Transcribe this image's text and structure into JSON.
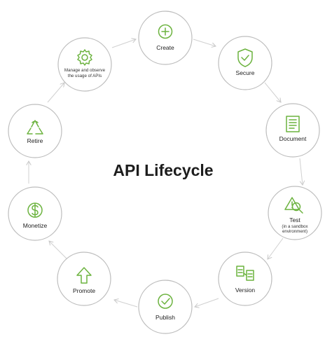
{
  "title": "API Lifecycle",
  "accent_color": "#6cb33f",
  "stages": [
    {
      "id": "create",
      "label": "Create",
      "icon": "plus-circle-icon"
    },
    {
      "id": "secure",
      "label": "Secure",
      "icon": "shield-check-icon"
    },
    {
      "id": "document",
      "label": "Document",
      "icon": "document-icon"
    },
    {
      "id": "test",
      "label": "Test",
      "sublabel_lines": [
        "(in a sandbox",
        "environment)"
      ],
      "icon": "warning-magnifier-icon"
    },
    {
      "id": "version",
      "label": "Version",
      "icon": "file-versions-icon"
    },
    {
      "id": "publish",
      "label": "Publish",
      "icon": "check-circle-icon"
    },
    {
      "id": "promote",
      "label": "Promote",
      "icon": "arrow-up-icon"
    },
    {
      "id": "monetize",
      "label": "Monetize",
      "icon": "dollar-circle-icon"
    },
    {
      "id": "retire",
      "label": "Retire",
      "icon": "recycle-icon"
    },
    {
      "id": "manage",
      "label_lines": [
        "Manage and observe",
        "the usage of APIs"
      ],
      "icon": "gear-icon"
    }
  ]
}
